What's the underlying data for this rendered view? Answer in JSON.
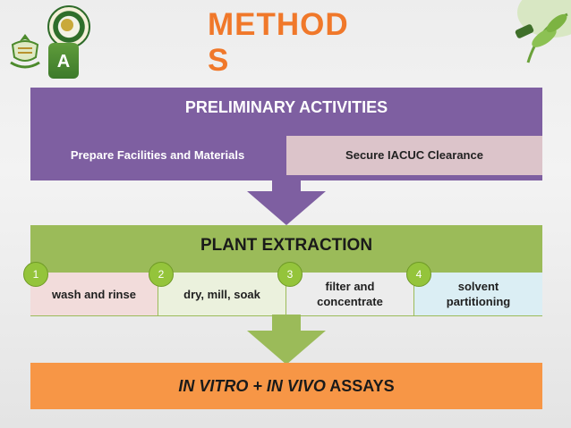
{
  "title": "METHOD S",
  "logos": {
    "badge_letter": "A"
  },
  "preliminary": {
    "heading": "PRELIMINARY ACTIVITIES",
    "items": [
      "Prepare Facilities and Materials",
      "Secure IACUC Clearance"
    ],
    "color": "#7e5fa1"
  },
  "extraction": {
    "heading": "PLANT EXTRACTION",
    "steps": [
      {
        "num": "1",
        "label": "wash and rinse"
      },
      {
        "num": "2",
        "label": "dry, mill, soak"
      },
      {
        "num": "3",
        "label": "filter and concentrate"
      },
      {
        "num": "4",
        "label": "solvent partitioning"
      }
    ],
    "color": "#9bbb59"
  },
  "assays": {
    "part1": "IN VITRO",
    "plus": " + ",
    "part2": "IN VIVO",
    "part3": " ASSAYS",
    "color": "#f79646"
  }
}
